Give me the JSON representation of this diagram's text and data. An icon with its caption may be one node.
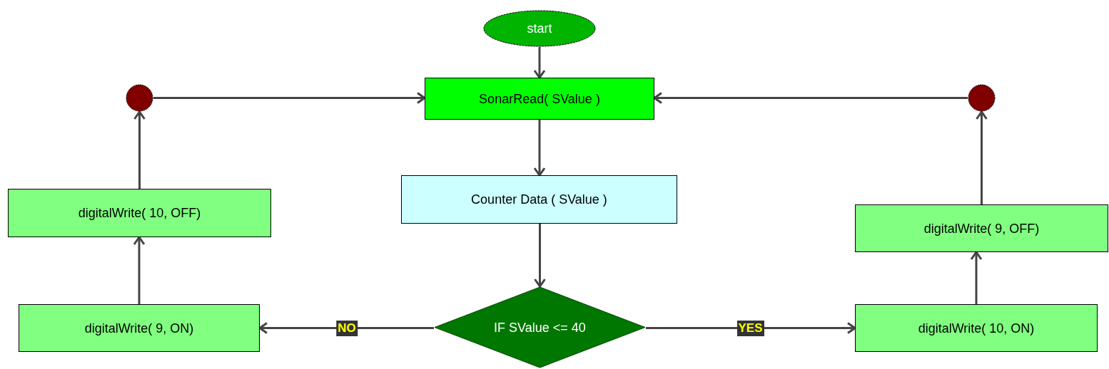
{
  "diagram": {
    "nodes": [
      {
        "text": [
          "start"
        ]
      },
      {
        "text": [
          "SonarRead( SValue )"
        ]
      },
      {
        "text": [
          "Counter Data ( SValue )"
        ]
      },
      {
        "text": [
          "IF SValue <= 40"
        ]
      },
      {
        "text": [
          "digitalWrite( 9, ON)"
        ]
      },
      {
        "text": [
          "digitalWrite( 10, OFF)"
        ]
      },
      {
        "text": [],
        "shape": "circle"
      },
      {
        "text": [
          "digitalWrite( 10, ON)"
        ]
      },
      {
        "text": [
          "digitalWrite( 9, OFF)"
        ]
      },
      {
        "text": [],
        "shape": "circle"
      }
    ],
    "edges": [
      {
        "from": 0,
        "to": 1,
        "arrow": "to"
      },
      {
        "from": 1,
        "to": 2,
        "arrow": "to"
      },
      {
        "from": 2,
        "to": 3,
        "arrow": "to"
      },
      {
        "from": 3,
        "to": 4,
        "arrow": "to",
        "label": "NO"
      },
      {
        "from": 4,
        "to": 5,
        "arrow": "to"
      },
      {
        "from": 5,
        "to": 6,
        "arrow": "to"
      },
      {
        "from": 6,
        "to": 1,
        "arrow": "to"
      },
      {
        "from": 3,
        "to": 7,
        "arrow": "to",
        "label": "YES"
      },
      {
        "from": 7,
        "to": 8,
        "arrow": "to"
      },
      {
        "from": 8,
        "to": 9,
        "arrow": "to"
      },
      {
        "from": 9,
        "to": 1,
        "arrow": "to"
      }
    ]
  }
}
